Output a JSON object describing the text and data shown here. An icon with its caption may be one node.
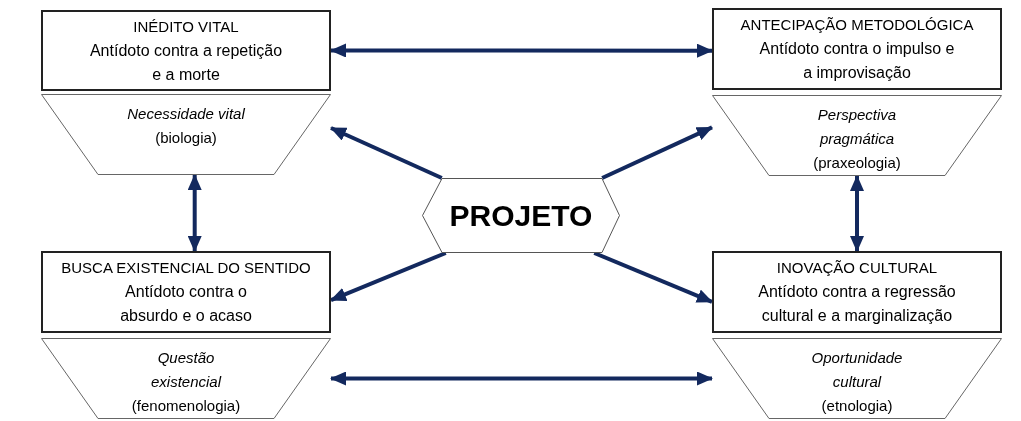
{
  "diagram": {
    "nodes": [
      {
        "text": [
          "INÉDITO VITAL",
          "Antídoto contra a repetição e a morte"
        ]
      },
      {
        "text": [
          "Necessidade vital",
          "(biologia)"
        ]
      },
      {
        "text": [
          "ANTECIPAÇÃO METODOLÓGICA",
          "Antídoto contra o impulso e a improvisação"
        ]
      },
      {
        "text": [
          "Perspectiva pragmática",
          "(praxeologia)"
        ]
      },
      {
        "text": [
          "PROJETO"
        ]
      },
      {
        "text": [
          "BUSCA EXISTENCIAL DO SENTIDO",
          "Antídoto contra o absurdo e o acaso"
        ]
      },
      {
        "text": [
          "Questão existencial",
          "(fenomenologia)"
        ]
      },
      {
        "text": [
          "INOVAÇÃO CULTURAL",
          "Antídoto contra a regressão cultural e a marginalização"
        ]
      },
      {
        "text": [
          "Oportunidade cultural",
          "(etnologia)"
        ]
      }
    ],
    "edges": [
      {
        "from": 0,
        "to": 2,
        "arrow": "both"
      },
      {
        "from": 4,
        "to": 1,
        "arrow": "to"
      },
      {
        "from": 4,
        "to": 3,
        "arrow": "to"
      },
      {
        "from": 4,
        "to": 5,
        "arrow": "to"
      },
      {
        "from": 4,
        "to": 7,
        "arrow": "to"
      },
      {
        "from": 1,
        "to": 5,
        "arrow": "both"
      },
      {
        "from": 3,
        "to": 7,
        "arrow": "both"
      },
      {
        "from": 6,
        "to": 8,
        "arrow": "both"
      }
    ]
  }
}
